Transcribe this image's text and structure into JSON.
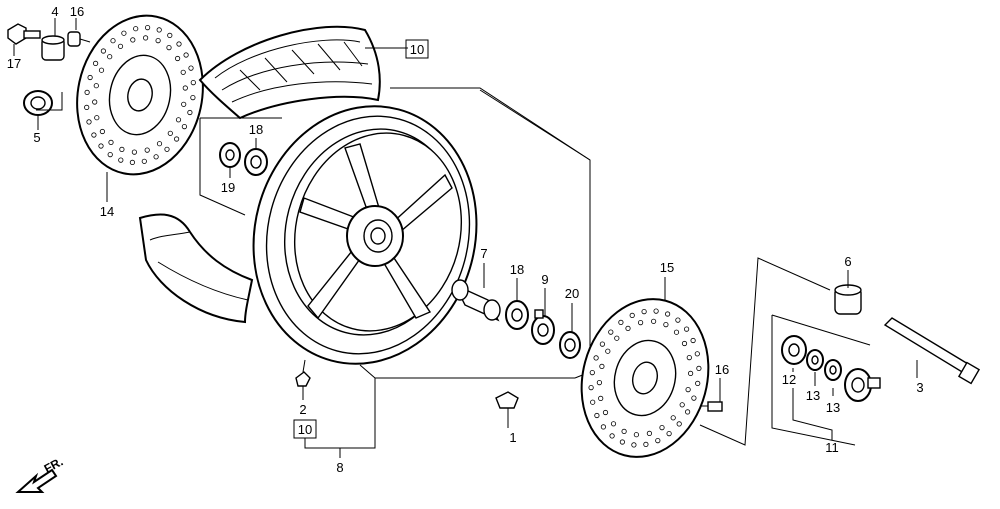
{
  "callouts": {
    "p1": "1",
    "p2": "2",
    "p3": "3",
    "p4": "4",
    "p5": "5",
    "p6": "6",
    "p7": "7",
    "p8": "8",
    "p9": "9",
    "p10a": "10",
    "p10b": "10",
    "p11": "11",
    "p12": "12",
    "p13a": "13",
    "p13b": "13",
    "p14": "14",
    "p15": "15",
    "p16a": "16",
    "p16b": "16",
    "p17": "17",
    "p18a": "18",
    "p18b": "18",
    "p19": "19",
    "p20": "20"
  },
  "direction_label": "FR."
}
